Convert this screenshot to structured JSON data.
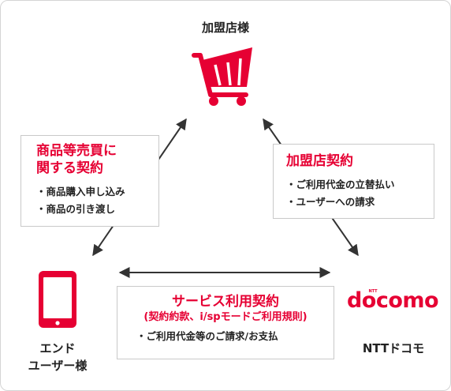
{
  "nodes": {
    "merchant": {
      "label": "加盟店様",
      "icon": "shopping-cart-icon"
    },
    "end_user": {
      "label_lines": [
        "エンド",
        "ユーザー様"
      ],
      "icon": "smartphone-icon"
    },
    "docomo": {
      "label": "NTTドコモ",
      "logo_text": "docomo",
      "logo_small": "NTT"
    }
  },
  "contracts": {
    "sales": {
      "title_lines": [
        "商品等売買に",
        "関する契約"
      ],
      "bullets": [
        "商品購入申し込み",
        "商品の引き渡し"
      ]
    },
    "merchant": {
      "title": "加盟店契約",
      "bullets": [
        "ご利用代金の立替払い",
        "ユーザーへの請求"
      ]
    },
    "service": {
      "title": "サービス利用契約",
      "subtitle": "(契約約款、i/spモードご利用規則)",
      "bullets": [
        "ご利用代金等のご請求/お支払"
      ]
    }
  },
  "colors": {
    "accent": "#e60033",
    "text": "#222222",
    "border": "#c9c9c9",
    "arrow": "#333333"
  }
}
